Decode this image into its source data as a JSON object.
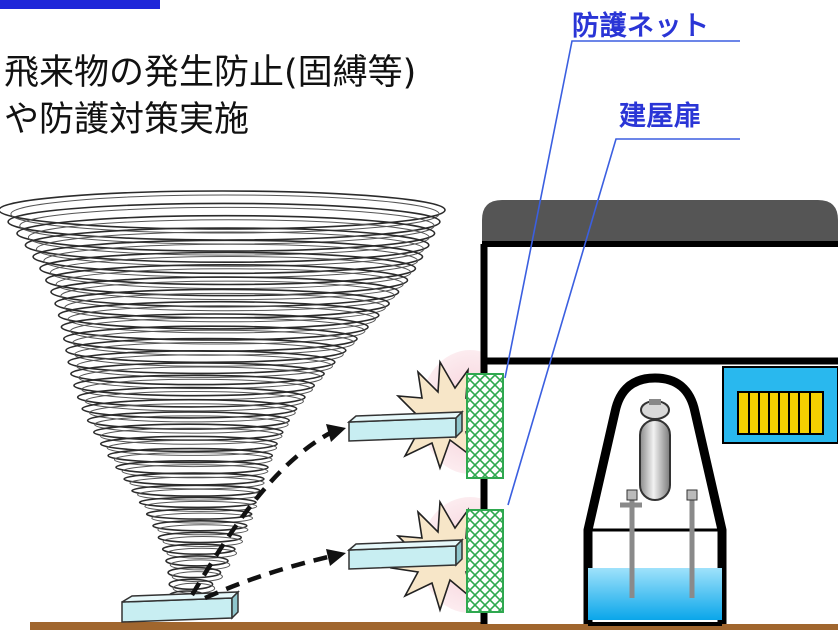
{
  "main_text": {
    "line1": "飛来物の発生防止(固縛等)",
    "line2": "や防護対策実施"
  },
  "labels": {
    "protective_net": "防護ネット",
    "building_door": "建屋扉"
  },
  "colors": {
    "label_blue": "#2a35d6",
    "corner_bar": "#1f27d9",
    "debris_fill": "#c8eef2",
    "net_green": "#2fa84f",
    "impact_fill": "#f7e6c8",
    "impact_glow": "#f6c9d3",
    "roof_gray": "#555555",
    "ground_brown": "#a0662e",
    "pool_blue": "#12b4f2",
    "fuel_yellow": "#f5d000",
    "panel_blue": "#29b8ee"
  }
}
